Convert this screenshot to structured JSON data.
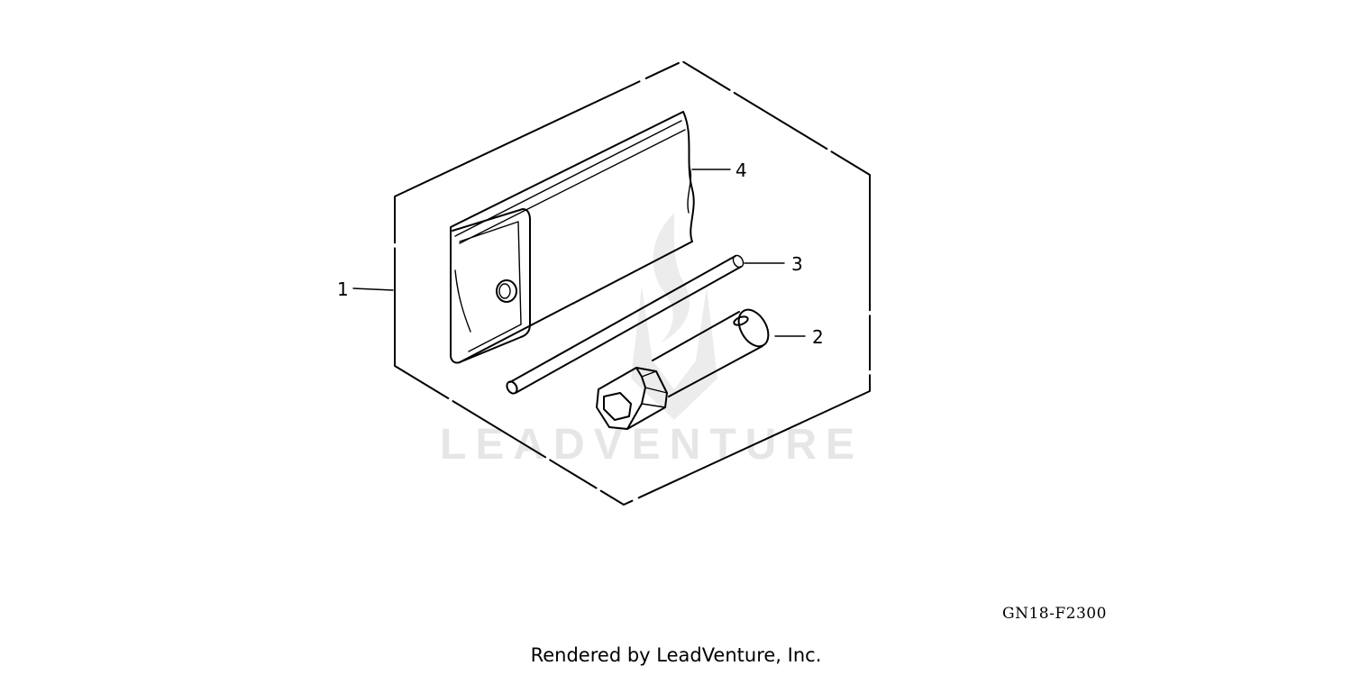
{
  "diagram": {
    "callouts": [
      {
        "number": "1",
        "part": "tool-kit"
      },
      {
        "number": "2",
        "part": "spark-plug-wrench"
      },
      {
        "number": "3",
        "part": "wrench-handle-bar"
      },
      {
        "number": "4",
        "part": "tool-bag"
      }
    ],
    "diagram_code": "GN18-F2300"
  },
  "watermark": {
    "text": "LEADVENTURE",
    "icon": "flame-logo-icon",
    "color": "#e6e6e6"
  },
  "footer": {
    "rendered_by": "Rendered by LeadVenture, Inc."
  }
}
